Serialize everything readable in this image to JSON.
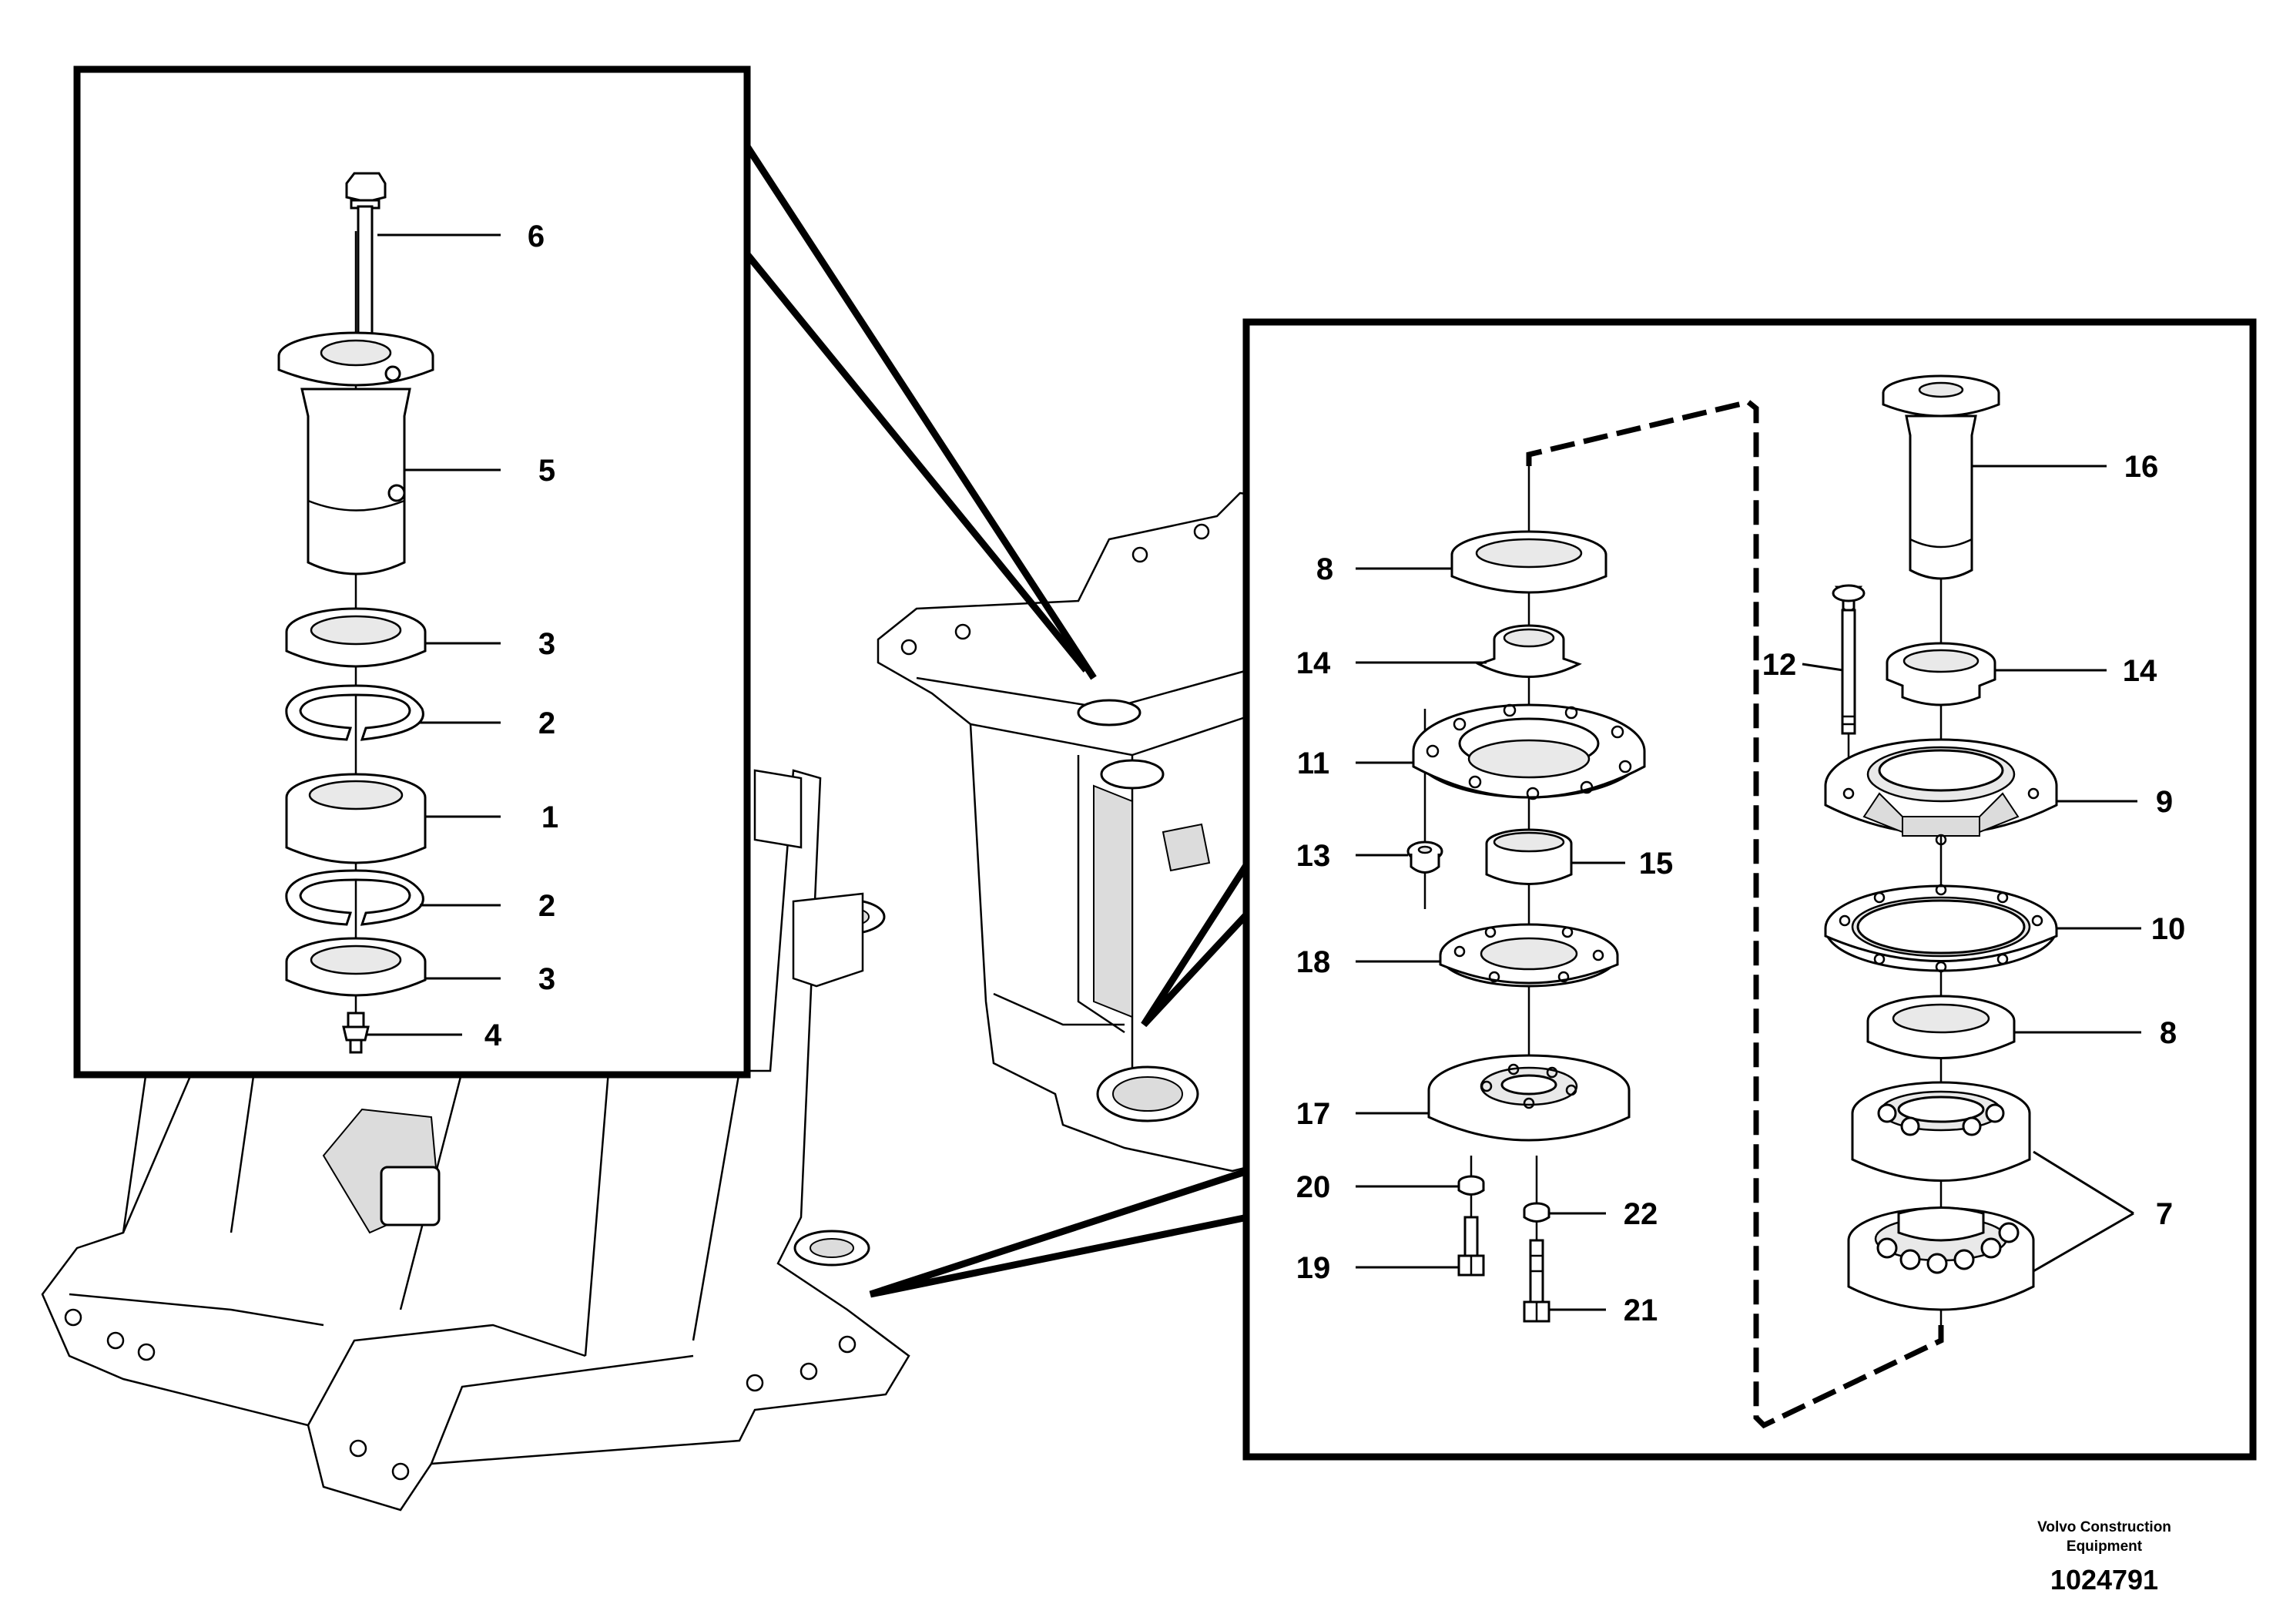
{
  "callouts": {
    "c1": "1",
    "c2a": "2",
    "c2b": "2",
    "c3a": "3",
    "c3b": "3",
    "c4": "4",
    "c5": "5",
    "c6": "6",
    "c7": "7",
    "c8a": "8",
    "c8b": "8",
    "c9": "9",
    "c10": "10",
    "c11": "11",
    "c12": "12",
    "c13": "13",
    "c14a": "14",
    "c14b": "14",
    "c15": "15",
    "c16": "16",
    "c17": "17",
    "c18": "18",
    "c19": "19",
    "c20": "20",
    "c21": "21",
    "c22": "22"
  },
  "footer": {
    "brand": "Volvo Construction Equipment",
    "drawing_number": "1024791"
  }
}
